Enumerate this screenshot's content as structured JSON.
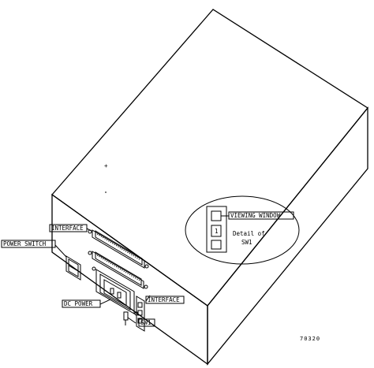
{
  "callouts": {
    "interface_top": "INTERFACE",
    "power_switch": "POWER SWITCH",
    "dc_power": "DC POWER",
    "interface_bottom": "INTERFACE",
    "sw1": "SW1",
    "viewing_window": "VIEWING WINDOW"
  },
  "detail": {
    "line1": "Detail of",
    "line2": "SW1",
    "switch_digit": "1"
  },
  "figure_number": "70320"
}
